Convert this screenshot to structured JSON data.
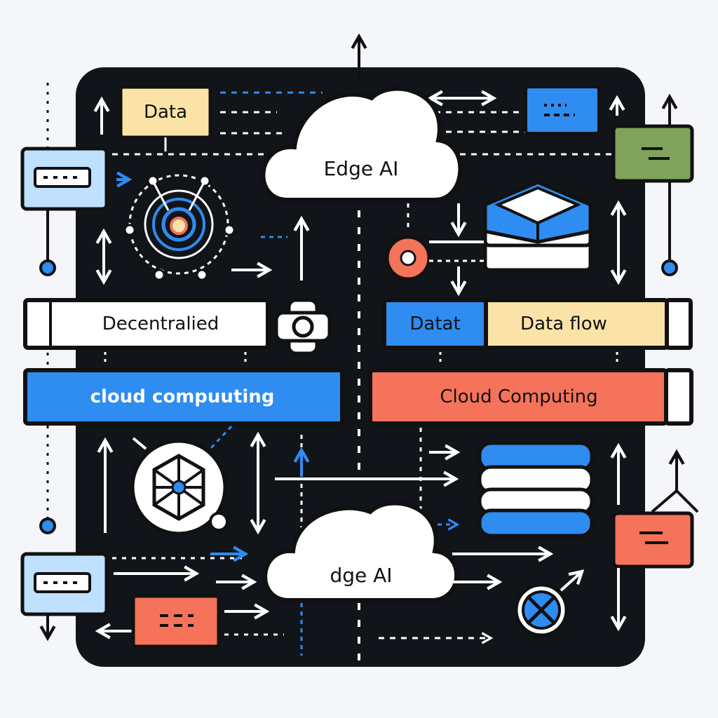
{
  "labels": {
    "data_tag": "Data",
    "edge_ai_top": "Edge AI",
    "decentralized": "Decentralied",
    "datat": "Datat",
    "data_flow": "Data flow",
    "cloud_computing_left": "cloud compuuting",
    "cloud_computing_right": "Cloud Computing",
    "edge_ai_bottom": "dge AI"
  },
  "colors": {
    "panel": "#111418",
    "blue": "#2f8cf0",
    "light_blue": "#bfe0ff",
    "cream": "#fbe3a8",
    "orange": "#f4735a",
    "green": "#7fa35a",
    "white": "#ffffff"
  },
  "icons": [
    "neural-sphere-icon",
    "dpad-icon",
    "server-stack-icon",
    "orange-node-icon",
    "chip-grid-icon",
    "list-bars-icon",
    "globe-x-icon"
  ]
}
